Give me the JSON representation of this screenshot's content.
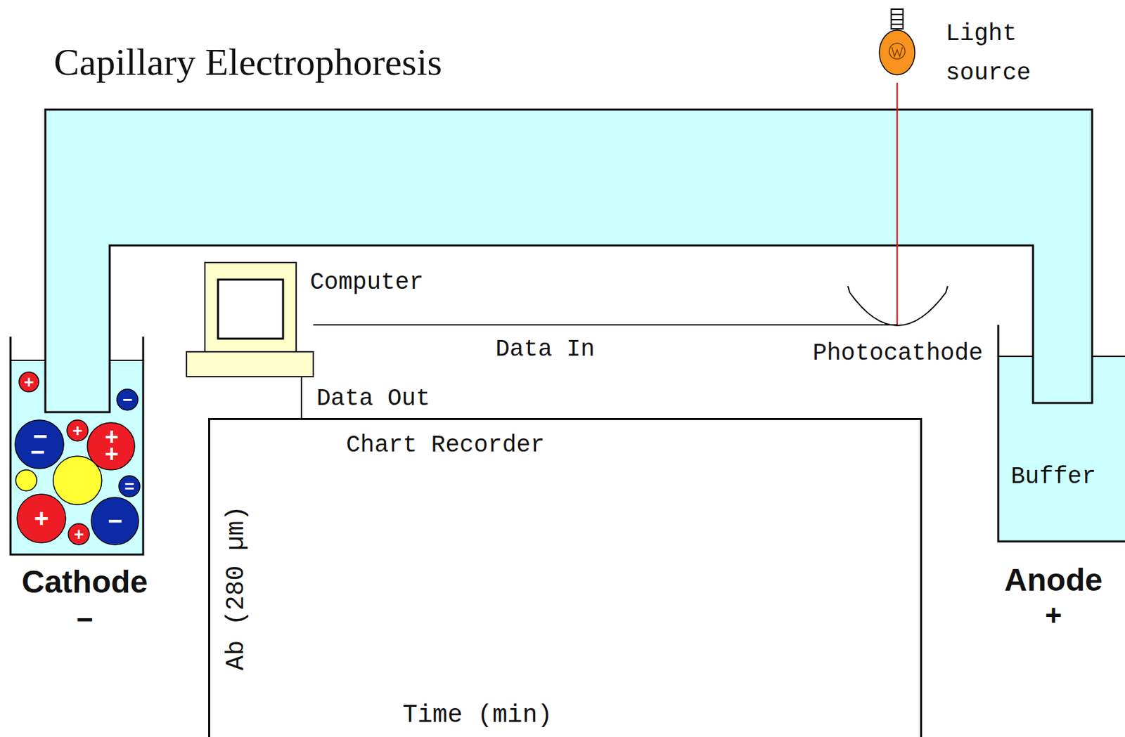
{
  "diagram": {
    "title": "Capillary Electrophoresis",
    "nodes": [
      {
        "text": [
          "Light source"
        ]
      },
      {
        "text": [
          "Computer"
        ]
      },
      {
        "text": [
          "Photocathode"
        ]
      },
      {
        "text": [
          "Chart Recorder"
        ]
      },
      {
        "text": [
          "Cathode",
          "−"
        ]
      },
      {
        "text": [
          "Buffer",
          "Anode",
          "+"
        ]
      }
    ],
    "edges": [
      {
        "from": 0,
        "to": 2,
        "arrow": "none"
      },
      {
        "from": 2,
        "to": 1,
        "label": "Data In",
        "arrow": "none"
      },
      {
        "from": 1,
        "to": 3,
        "label": "Data Out",
        "arrow": "none"
      }
    ],
    "labels": [
      "Ab (280 µm)",
      "Time (min)",
      "+",
      "−",
      "−",
      "−",
      "+",
      "+",
      "+",
      "=",
      "+",
      "−",
      "+"
    ]
  }
}
